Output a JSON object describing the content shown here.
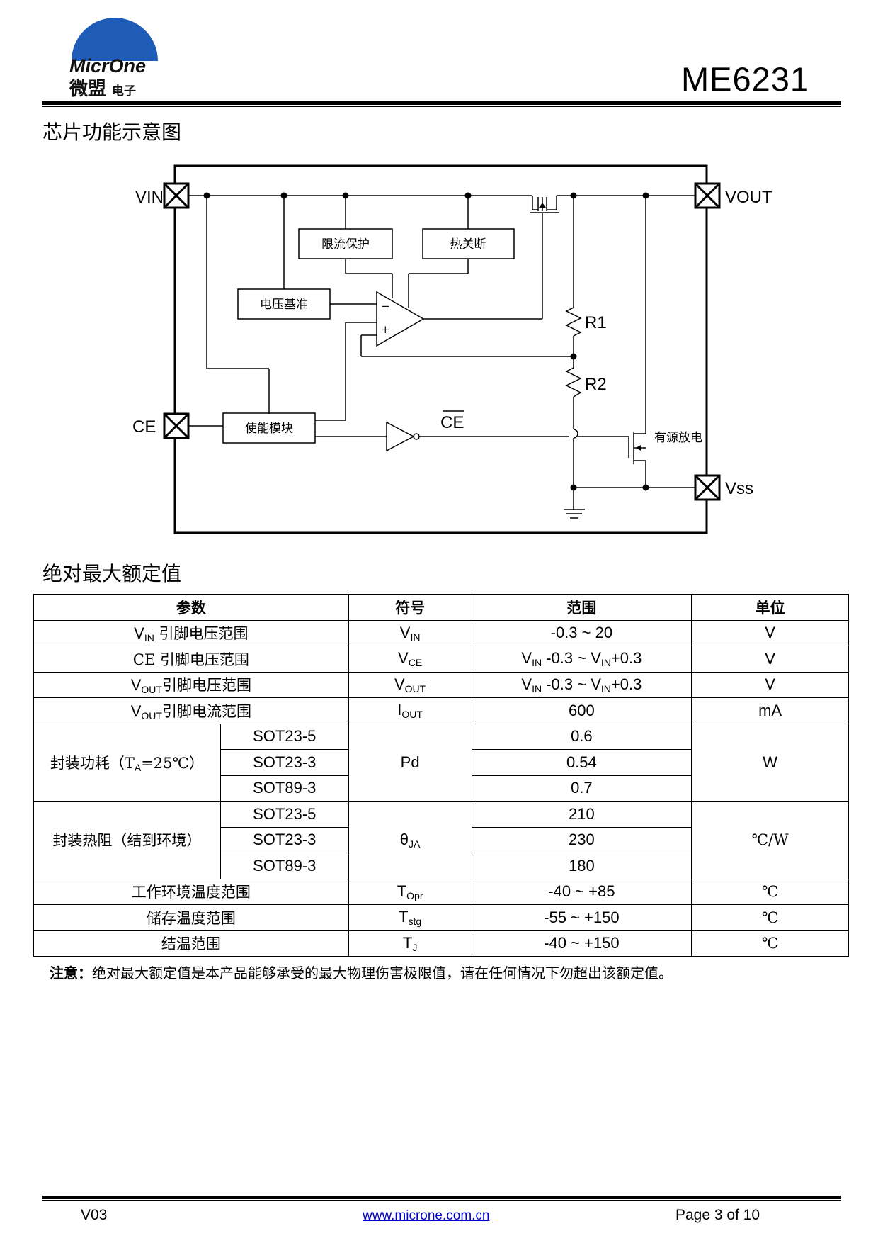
{
  "header": {
    "logo_text_en": "MicrOne",
    "logo_text_cn": "微盟",
    "logo_text_cn_small": "电子",
    "doc_title": "ME6231"
  },
  "diagram": {
    "section_title": "芯片功能示意图",
    "pins": {
      "vin": "VIN",
      "vout": "VOUT",
      "ce": "CE",
      "vss": "Vss"
    },
    "blocks": {
      "current_limit": "限流保护",
      "thermal_shutdown": "热关断",
      "voltage_ref": "电压基准",
      "enable_module": "使能模块"
    },
    "resistors": {
      "r1": "R1",
      "r2": "R2"
    },
    "ce_bar_label": "CE",
    "active_discharge": "有源放电",
    "opamp_minus": "−",
    "opamp_plus": "+"
  },
  "ratings": {
    "section_title": "绝对最大额定值",
    "headers": {
      "param": "参数",
      "symbol": "符号",
      "range": "范围",
      "unit": "单位"
    },
    "rows": {
      "vin": {
        "param_sym": "V",
        "param_sub": "IN",
        "param_text": " 引脚电压范围",
        "sym": "V",
        "sym_sub": "IN",
        "range": "-0.3 ~ 20",
        "unit": "V"
      },
      "ce": {
        "param_text": "CE 引脚电压范围",
        "sym": "V",
        "sym_sub": "CE",
        "range_a": "V",
        "range_a_sub": "IN",
        "range_b": " -0.3 ~ V",
        "range_b_sub": "IN",
        "range_c": "+0.3",
        "unit": "V"
      },
      "vout_v": {
        "param_sym": "V",
        "param_sub": "OUT",
        "param_text": "引脚电压范围",
        "sym": "V",
        "sym_sub": "OUT",
        "range_a": "V",
        "range_a_sub": "IN",
        "range_b": " -0.3 ~ V",
        "range_b_sub": "IN",
        "range_c": "+0.3",
        "unit": "V"
      },
      "vout_i": {
        "param_sym": "V",
        "param_sub": "OUT",
        "param_text": "引脚电流范围",
        "sym": "I",
        "sym_sub": "OUT",
        "range": "600",
        "unit": "mA"
      },
      "pd": {
        "param_a": "封装功耗（T",
        "param_sub": "A",
        "param_b": "=25℃）",
        "packages": [
          "SOT23-5",
          "SOT23-3",
          "SOT89-3"
        ],
        "sym": "Pd",
        "values": [
          "0.6",
          "0.54",
          "0.7"
        ],
        "unit": "W"
      },
      "theta": {
        "param": "封装热阻（结到环境）",
        "packages": [
          "SOT23-5",
          "SOT23-3",
          "SOT89-3"
        ],
        "sym": "θ",
        "sym_sub": "JA",
        "values": [
          "210",
          "230",
          "180"
        ],
        "unit": "℃/W"
      },
      "topr": {
        "param": "工作环境温度范围",
        "sym": "T",
        "sym_sub": "Opr",
        "range": "-40 ~ +85",
        "unit": "℃"
      },
      "tstg": {
        "param": "储存温度范围",
        "sym": "T",
        "sym_sub": "stg",
        "range": "-55 ~ +150",
        "unit": "℃"
      },
      "tj": {
        "param": "结温范围",
        "sym": "T",
        "sym_sub": "J",
        "range": "-40 ~ +150",
        "unit": "℃"
      }
    },
    "note_label": "注意：",
    "note_text": "绝对最大额定值是本产品能够承受的最大物理伤害极限值，请在任何情况下勿超出该额定值。"
  },
  "footer": {
    "version": "V03",
    "url": "www.microne.com.cn",
    "page": "Page 3 of 10"
  }
}
